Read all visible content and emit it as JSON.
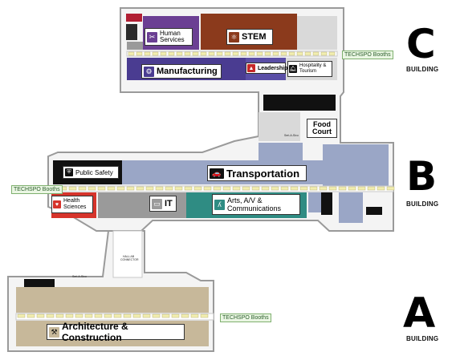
{
  "buildings": {
    "c": {
      "letter": "C",
      "word": "BUILDING"
    },
    "b": {
      "letter": "B",
      "word": "BUILDING"
    },
    "a": {
      "letter": "A",
      "word": "BUILDING"
    }
  },
  "techspo": {
    "c": "TECHSPO Booths",
    "b": "TECHSPO Booths",
    "a": "TECHSPO Booths"
  },
  "areas": {
    "human_services": "Human Services",
    "stem": "STEM",
    "manufacturing": "Manufacturing",
    "leadership": "Leadership",
    "hospitality": "Hospitality & Tourism",
    "food_court": "Food Court",
    "public_safety": "Public Safety",
    "transportation": "Transportation",
    "health_sciences": "Health Sciences",
    "it": "IT",
    "arts": "Arts, A/V & Communications",
    "architecture": "Architecture & Construction"
  },
  "small": {
    "seri_c": "Seri-A-Sicu",
    "seri_a": "Seri-A-Sicu",
    "hall": "HALL AB CONNECTOR"
  },
  "icons": {
    "human_services": "scissors-icon",
    "stem": "atom-icon",
    "manufacturing": "gear-icon",
    "leadership": "capitol-icon",
    "hospitality": "bell-icon",
    "public_safety": "shield-icon",
    "transportation": "car-icon",
    "health_sciences": "heart-icon",
    "it": "computer-icon",
    "arts": "broadcast-tower-icon",
    "architecture": "hammer-icon"
  },
  "colors": {
    "corridor": "#ffffff",
    "outline": "#9a9a9a",
    "floor": "#d9d9d9",
    "purple": "#6b3f93",
    "brown": "#8b3a1c",
    "blue_mfg": "#4a3c91",
    "leadership": "#c62828",
    "blue_trans": "#9aa6c6",
    "red_health": "#d6342b",
    "gray_it": "#9a9a9a",
    "teal_arts": "#2f8c83",
    "tan_arch": "#c7b89a",
    "booth": "#f2eeb0",
    "techspo_green": "#7fb06f"
  }
}
